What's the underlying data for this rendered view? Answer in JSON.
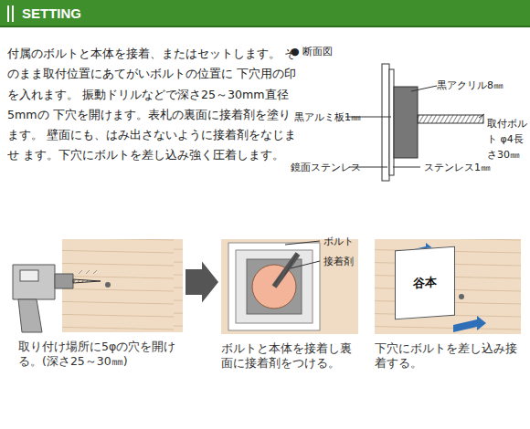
{
  "diagram": {
    "title": "SETTING",
    "nodes": [
      {
        "text": [
          "取り付け場所に5φの穴を開ける。(深さ25～30㎜)"
        ]
      },
      {
        "text": [
          "ボルトと本体を接着し裏面に接着剤をつける。"
        ]
      },
      {
        "text": [
          "下穴にボルトを差し込み接着する。"
        ]
      },
      {
        "text": [
          "谷本"
        ],
        "in": 2
      }
    ],
    "edges": [
      {
        "from": 0,
        "to": 1,
        "arrow": "to"
      }
    ],
    "labels": [
      "付属のボルトと本体を接着、またはセットします。 そのまま取付位置にあてがいボルトの位置に 下穴用の印を入れます。 振動ドリルなどで深さ25～30mm直径5mmの 下穴を開けます。表札の裏面に接着剤を塗ります。 壁面にも、はみ出さないように接着剤をなじませ ます。下穴にボルトを差し込み強く圧着します。",
      "● 断面図",
      "黒アクリル8㎜",
      "黒アルミ板1㎜",
      "取付ボルト φ4長さ30㎜",
      "鏡面ステンレス",
      "ステンレス1㎜",
      "ボルト",
      "接着剤"
    ]
  }
}
